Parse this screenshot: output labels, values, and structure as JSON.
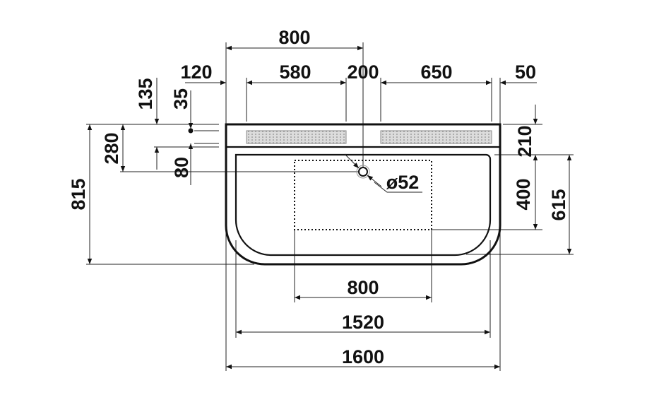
{
  "drawing": {
    "title": "Washbasin dimension drawing",
    "dimensions": {
      "top_overall_to_drain": "800",
      "left_offset": "120",
      "left_slot_width": "580",
      "slot_gap": "200",
      "right_slot_width": "650",
      "right_offset": "50",
      "tap_hole_from_top": "135",
      "dot_from_top": "35",
      "drain_from_top": "280",
      "shelf_offset": "80",
      "overall_depth": "815",
      "shelf_depth": "210",
      "bowl_depth": "400",
      "bowl_outer_depth": "615",
      "drain_diameter": "ø52",
      "bowl_width": "800",
      "inner_width": "1520",
      "overall_width": "1600"
    },
    "colors": {
      "line": "#111111",
      "slot_fill": "#d8d8d8"
    }
  }
}
